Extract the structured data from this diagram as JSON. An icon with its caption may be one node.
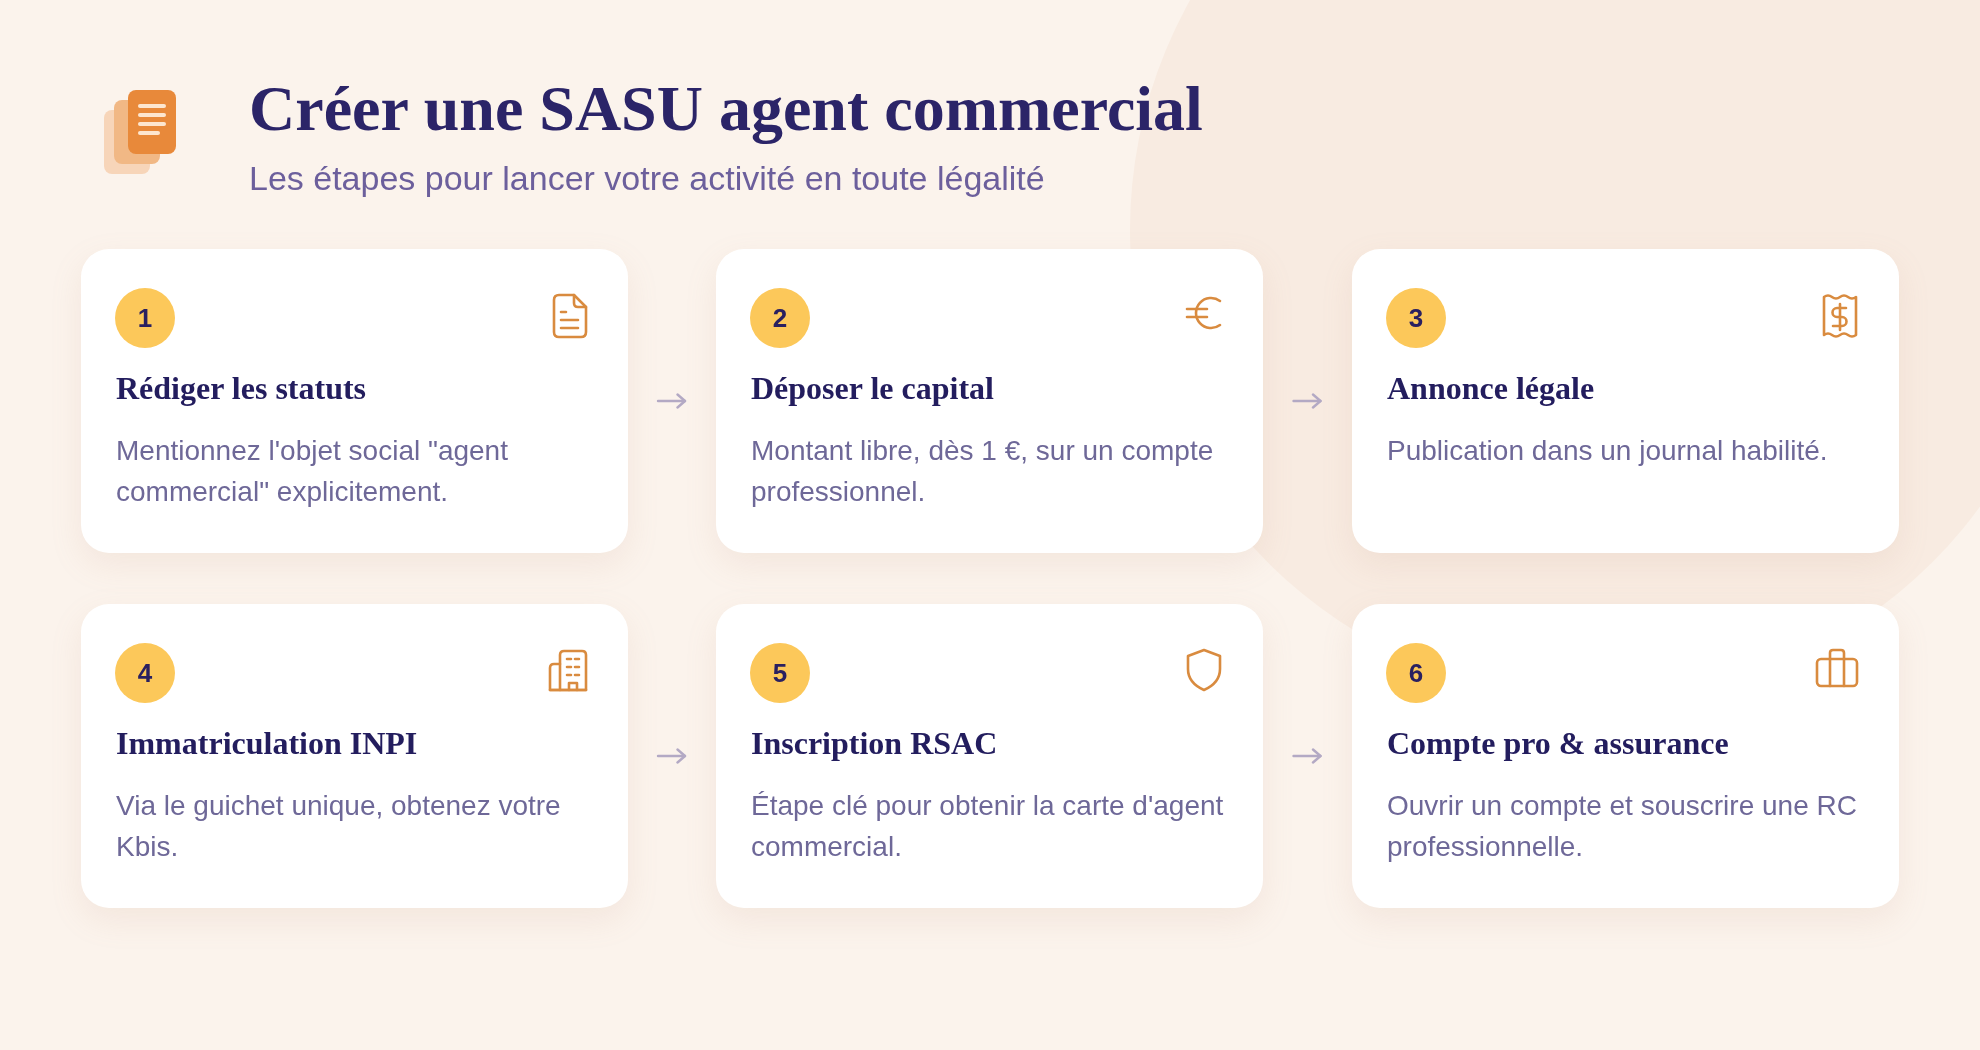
{
  "diagram": {
    "title": "Créer une SASU agent commercial",
    "nodes": [
      {
        "text": [
          "Rédiger les statuts",
          "Mentionnez l'objet social \"agent commercial\" explicitement."
        ]
      },
      {
        "text": [
          "1"
        ],
        "in": 0
      },
      {
        "text": [
          "Déposer le capital",
          "Montant libre, dès 1 €, sur un compte professionnel."
        ]
      },
      {
        "text": [
          "2"
        ],
        "in": 2
      },
      {
        "text": [
          "Annonce légale",
          "Publication dans un journal habilité."
        ]
      },
      {
        "text": [
          "3"
        ],
        "in": 4
      },
      {
        "text": [
          "Immatriculation INPI",
          "Via le guichet unique, obtenez votre Kbis."
        ]
      },
      {
        "text": [
          "4"
        ],
        "in": 6
      },
      {
        "text": [
          "Inscription RSAC",
          "Étape clé pour obtenir la carte d'agent commercial."
        ]
      },
      {
        "text": [
          "5"
        ],
        "in": 8
      },
      {
        "text": [
          "Compte pro & assurance",
          "Ouvrir un compte et souscrire une RC professionnelle."
        ]
      },
      {
        "text": [
          "6"
        ],
        "in": 10
      }
    ],
    "edges": [
      {
        "from": 0,
        "to": 2,
        "arrow": "to"
      },
      {
        "from": 2,
        "to": 4,
        "arrow": "to"
      },
      {
        "from": 6,
        "to": 8,
        "arrow": "to"
      },
      {
        "from": 8,
        "to": 10,
        "arrow": "to"
      }
    ],
    "labels": [
      "Les étapes pour lancer votre activité en toute légalité"
    ]
  }
}
